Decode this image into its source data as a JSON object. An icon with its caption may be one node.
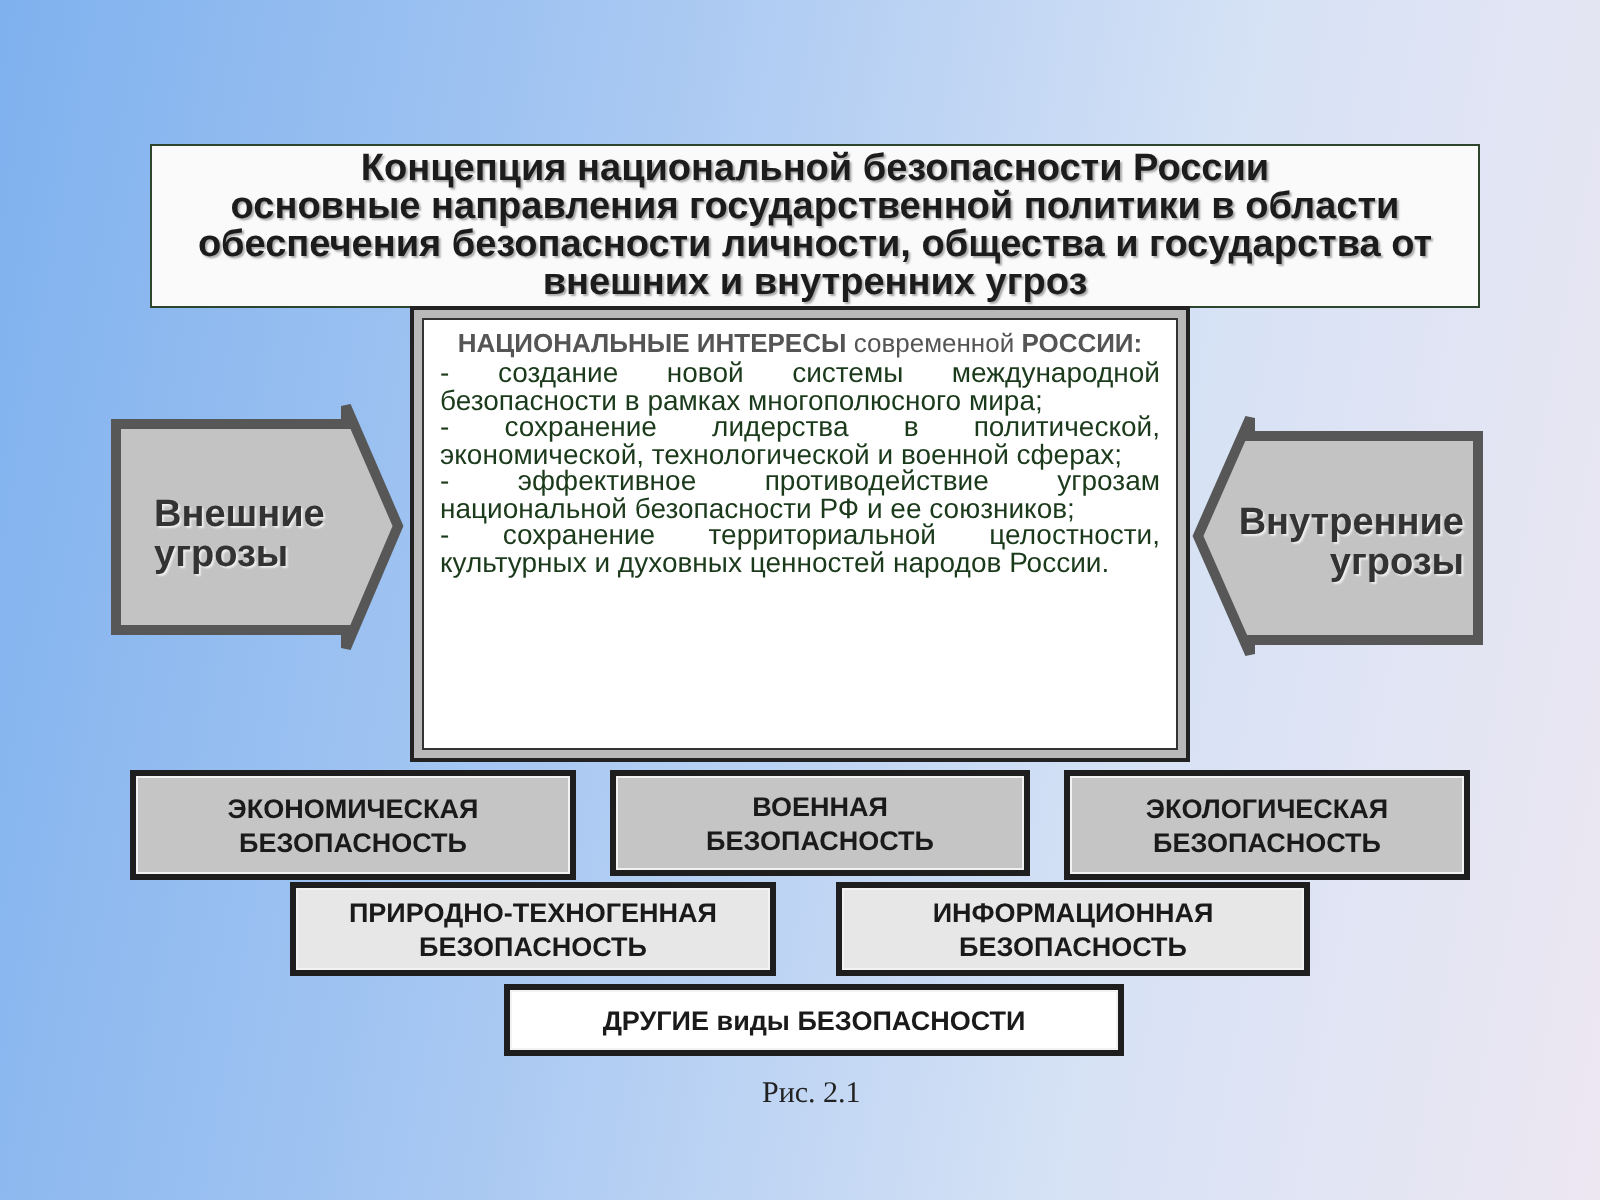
{
  "diagram": {
    "caption": "Рис. 2.1",
    "nodes": [
      {
        "text": [
          "Концепция национальной безопасности России",
          "основные направления государственной политики в области обеспечения безопасности личности, общества и государства от внешних и внутренних угроз"
        ]
      },
      {
        "text": [
          "Внешние угрозы"
        ]
      },
      {
        "text": [
          "**НАЦИОНАЛЬНЫЕ ИНТЕРЕСЫ** современной **РОССИИ:**",
          "- создание новой системы международной безопасности в рамках многополюсного мира;",
          "- сохранение лидерства в политической, экономической, технологической и военной сферах;",
          "- эффективное противодействие угрозам национальной безопасности РФ и ее союзников;",
          "- сохранение территориальной целостности, культурных и духовных ценностей народов России."
        ]
      },
      {
        "text": [
          "Внутренние угрозы"
        ]
      },
      {
        "text": [
          "ЭКОНОМИЧЕСКАЯ БЕЗОПАСНОСТЬ"
        ]
      },
      {
        "text": [
          "ВОЕННАЯ БЕЗОПАСНОСТЬ"
        ]
      },
      {
        "text": [
          "ЭКОЛОГИЧЕСКАЯ БЕЗОПАСНОСТЬ"
        ]
      },
      {
        "text": [
          "ПРИРОДНО-ТЕХНОГЕННАЯ БЕЗОПАСНОСТЬ"
        ]
      },
      {
        "text": [
          "ИНФОРМАЦИОННАЯ БЕЗОПАСНОСТЬ"
        ]
      },
      {
        "text": [
          "ДРУГИЕ виды БЕЗОПАСНОСТИ"
        ]
      }
    ]
  }
}
